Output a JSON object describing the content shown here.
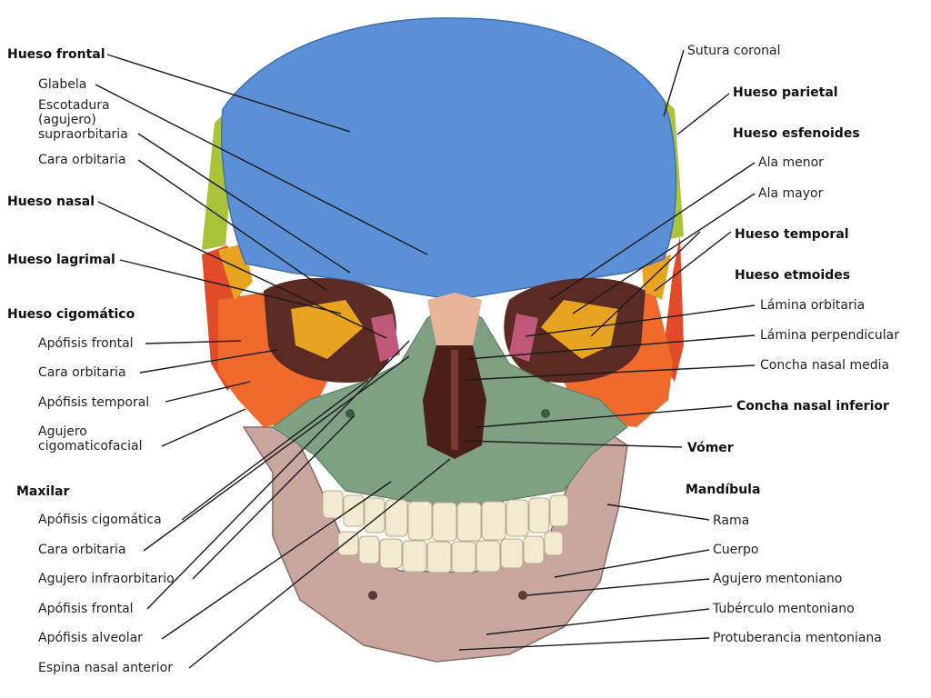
{
  "left_labels": {
    "hueso_frontal": "Hueso frontal",
    "glabela": "Glabela",
    "escotadura": "Escotadura\n(agujero)\nsupraorbitaria",
    "cara_orbitaria_1": "Cara orbitaria",
    "hueso_nasal": "Hueso nasal",
    "hueso_lagrimal": "Hueso lagrimal",
    "hueso_cigomatico": "Hueso cigomático",
    "apofisis_frontal_1": "Apófisis frontal",
    "cara_orbitaria_2": "Cara orbitaria",
    "apofisis_temporal": "Apófisis temporal",
    "agujero_cigomaticofacial": "Agujero\ncigomaticofacial",
    "maxilar": "Maxilar",
    "apofisis_cigomatica": "Apófisis cigomática",
    "cara_orbitaria_3": "Cara orbitaria",
    "agujero_infraorbitario": "Agujero infraorbitario",
    "apofisis_frontal_2": "Apófisis frontal",
    "apofisis_alveolar": "Apófisis alveolar",
    "espina_nasal": "Espina nasal anterior"
  },
  "right_labels": {
    "sutura_coronal": "Sutura coronal",
    "hueso_parietal": "Hueso parietal",
    "hueso_esfenoides": "Hueso esfenoides",
    "ala_menor": "Ala menor",
    "ala_mayor": "Ala mayor",
    "hueso_temporal": "Hueso temporal",
    "hueso_etmoides": "Hueso etmoides",
    "lamina_orbitaria": "Lámina orbitaria",
    "lamina_perpendicular": "Lámina perpendicular",
    "concha_media": "Concha nasal media",
    "concha_inferior": "Concha nasal inferior",
    "vomer": "Vómer",
    "mandibula": "Mandíbula",
    "rama": "Rama",
    "cuerpo": "Cuerpo",
    "agujero_mentoniano": "Agujero mentoniano",
    "tuberculo": "Tubérculo mentoniano",
    "protuberancia": "Protuberancia mentoniana"
  },
  "colors": {
    "frontal": "#5b8fd6",
    "parietal": "#a9c43a",
    "sphenoid_greater": "#e8a320",
    "temporal": "#e24a2a",
    "zygomatic": "#ef6a2c",
    "maxilla": "#7fa083",
    "mandible": "#c9a7a0",
    "nasal": "#e9b59a",
    "ethmoid": "#b9d08b",
    "orbit_dark": "#5b2a22",
    "teeth": "#f3ead2",
    "leader": "#1a1a1a"
  }
}
